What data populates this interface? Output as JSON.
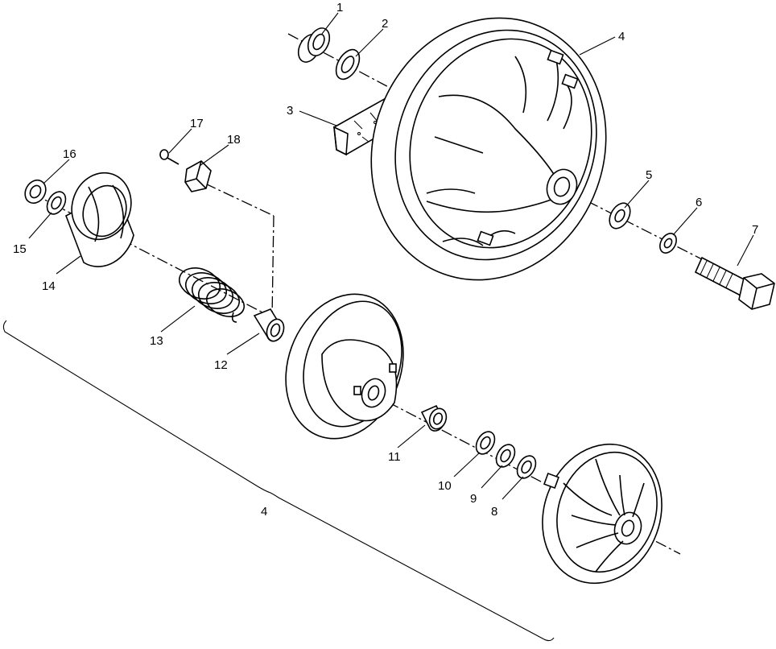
{
  "callouts": [
    "1",
    "2",
    "3",
    "4",
    "5",
    "6",
    "7",
    "8",
    "9",
    "10",
    "11",
    "12",
    "13",
    "14",
    "15",
    "16",
    "17",
    "18"
  ],
  "assembly_label": "4",
  "icons": [
    "bearing",
    "washer",
    "drive-belt",
    "driven-clutch-sheave",
    "washer",
    "lock-washer",
    "bolt",
    "washer",
    "washer",
    "washer",
    "bushing",
    "bushing",
    "spring",
    "cam-helix",
    "washer",
    "snap-ring",
    "pin",
    "roller-button",
    "moveable-sheave",
    "fixed-sheave"
  ]
}
